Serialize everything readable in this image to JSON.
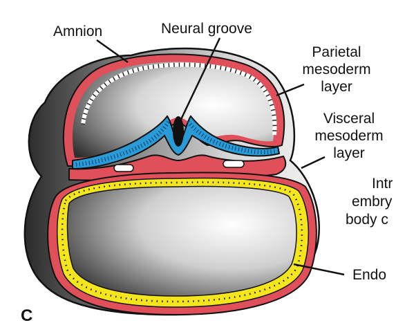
{
  "panel_letter": "C",
  "labels": {
    "amnion": "Amnion",
    "neural_groove": "Neural groove",
    "parietal_line1": "Parietal",
    "parietal_line2": "mesoderm",
    "parietal_line3": "layer",
    "visceral_line1": "Visceral",
    "visceral_line2": "mesoderm",
    "visceral_line3": "layer",
    "intra_line1": "Intr",
    "intra_line2": "embry",
    "intra_line3": "body c",
    "endoderm": "Endo"
  },
  "colors": {
    "mesoderm": "#e0505a",
    "mesoderm_light": "#f08a8e",
    "neural_ectoderm": "#2a9bd6",
    "endoderm_band": "#f4e51c",
    "cavity_light": "#f4f4f4",
    "cavity_dark": "#3a3a3a",
    "outline": "#111111"
  }
}
